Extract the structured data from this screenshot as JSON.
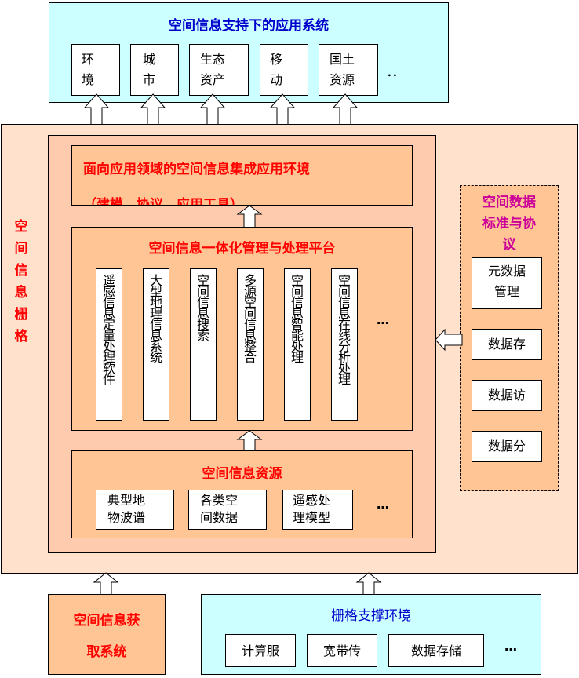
{
  "app_systems": {
    "title": "空间信息支持下的应用系统",
    "items": [
      {
        "line1": "环",
        "line2": "境"
      },
      {
        "line1": "城",
        "line2": "市"
      },
      {
        "line1": "生态",
        "line2": "资产"
      },
      {
        "line1": "移",
        "line2": "动"
      },
      {
        "line1": "国土",
        "line2": "资源"
      }
    ],
    "more": "．．"
  },
  "grid_label": "空间信息栅格",
  "integration_env": {
    "title": "面向应用领域的空间信息集成应用环境",
    "subtitle": "（建模、协议、应用工具）"
  },
  "platform": {
    "title": "空间信息一体化管理与处理平台",
    "items": [
      "遥感信息定量处理软件",
      "大型地理信息系统",
      "空间信息搜索",
      "多源空间信息整合",
      "空间信息智能处理",
      "空间信息在线分析处理"
    ],
    "more": "…"
  },
  "resources": {
    "title": "空间信息资源",
    "items": [
      {
        "line1": "典型地",
        "line2": "物波谱"
      },
      {
        "line1": "各类空",
        "line2": "间数据"
      },
      {
        "line1": "遥感处",
        "line2": "理模型"
      }
    ],
    "more": "…"
  },
  "standards": {
    "title_line1": "空间数据",
    "title_line2": "标准与协",
    "title_line3": "议",
    "items": [
      {
        "line1": "元数据",
        "line2": "管理"
      },
      {
        "line1": "数据存",
        "line2": ""
      },
      {
        "line1": "数据访",
        "line2": ""
      },
      {
        "line1": "数据分",
        "line2": ""
      }
    ]
  },
  "acquisition": {
    "line1": "空间信息获",
    "line2": "取系统"
  },
  "grid_support": {
    "title": "栅格支撑环境",
    "items": [
      "计算服",
      "宽带传",
      "数据存储"
    ],
    "more": "…"
  },
  "colors": {
    "cyan": "#ccffff",
    "peach_outer": "#ffe1cc",
    "peach_mid": "#ffcbaf",
    "peach_box": "#ffc595",
    "title_blue": "#0000cc",
    "title_red": "#ff0000",
    "title_magenta": "#cc0099"
  }
}
